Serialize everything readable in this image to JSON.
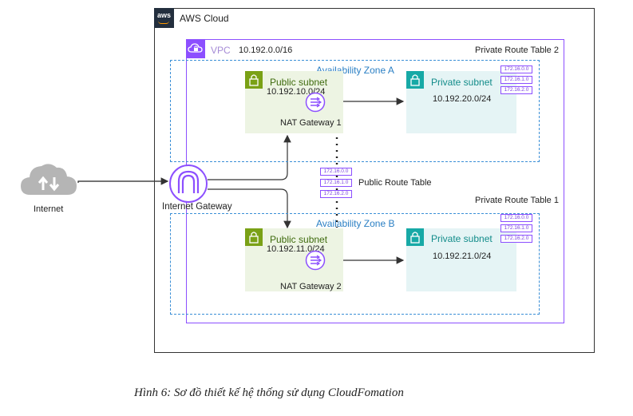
{
  "aws_cloud": {
    "label": "AWS Cloud",
    "logo_text": "aws"
  },
  "vpc": {
    "label": "VPC",
    "cidr": "10.192.0.0/16"
  },
  "route_tables": {
    "private_2": {
      "label": "Private Route Table 2",
      "entries": [
        "172.16.0.0",
        "172.16.1.0",
        "172.16.2.0"
      ]
    },
    "private_1": {
      "label": "Private Route Table 1",
      "entries": [
        "172.16.0.0",
        "172.16.1.0",
        "172.16.2.0"
      ]
    },
    "public": {
      "label": "Public Route Table",
      "entries": [
        "172.16.0.0",
        "172.16.1.0",
        "172.16.2.0"
      ]
    }
  },
  "az_a": {
    "label": "Availability Zone A",
    "public_subnet": {
      "label": "Public subnet",
      "cidr": "10.192.10.0/24"
    },
    "private_subnet": {
      "label": "Private subnet",
      "cidr": "10.192.20.0/24"
    },
    "nat": {
      "label": "NAT Gateway 1"
    }
  },
  "az_b": {
    "label": "Availability Zone B",
    "public_subnet": {
      "label": "Public subnet",
      "cidr": "10.192.11.0/24"
    },
    "private_subnet": {
      "label": "Private subnet",
      "cidr": "10.192.21.0/24"
    },
    "nat": {
      "label": "NAT Gateway 2"
    }
  },
  "internet": {
    "label": "Internet"
  },
  "internet_gateway": {
    "label": "Internet Gateway"
  },
  "caption": "Hình 6: Sơ đồ thiết kế hệ thống sử dụng CloudFomation",
  "colors": {
    "vpc": "#8c4fff",
    "az_border": "#3b8fd6",
    "az_text": "#2a7fc4",
    "public_fill": "#edf4e3",
    "public_icon": "#7aa116",
    "private_fill": "#e5f4f5",
    "private_icon": "#17a9a6",
    "cloud_gray": "#b5b5b5"
  }
}
